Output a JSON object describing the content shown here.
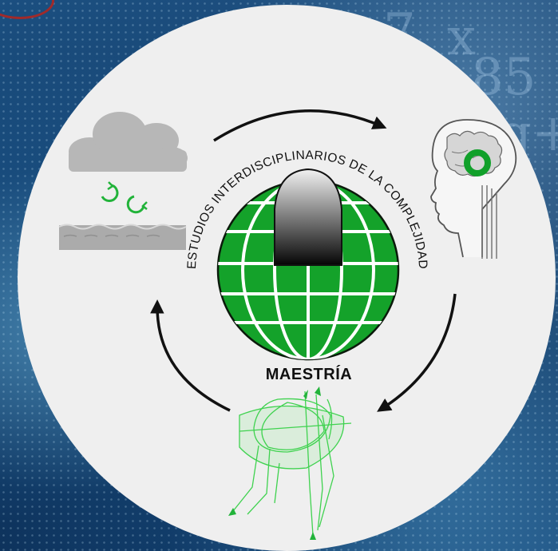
{
  "logo": {
    "ring_text": "ESTUDIOS INTERDISCIPLINARIOS DE LA COMPLEJIDAD",
    "caption": "MAESTRÍA",
    "globe_color": "#12a12a",
    "cap_color": "#000000"
  },
  "cycle": {
    "icons": [
      "cloud-ocean-icon",
      "brain-icon",
      "strange-attractor-icon"
    ],
    "arrow_color": "#111111",
    "accent_color": "#22b33a"
  },
  "background": {
    "ghost_text": [
      "7",
      "85",
      "q+",
      "x"
    ],
    "color": "#0d2d52"
  }
}
